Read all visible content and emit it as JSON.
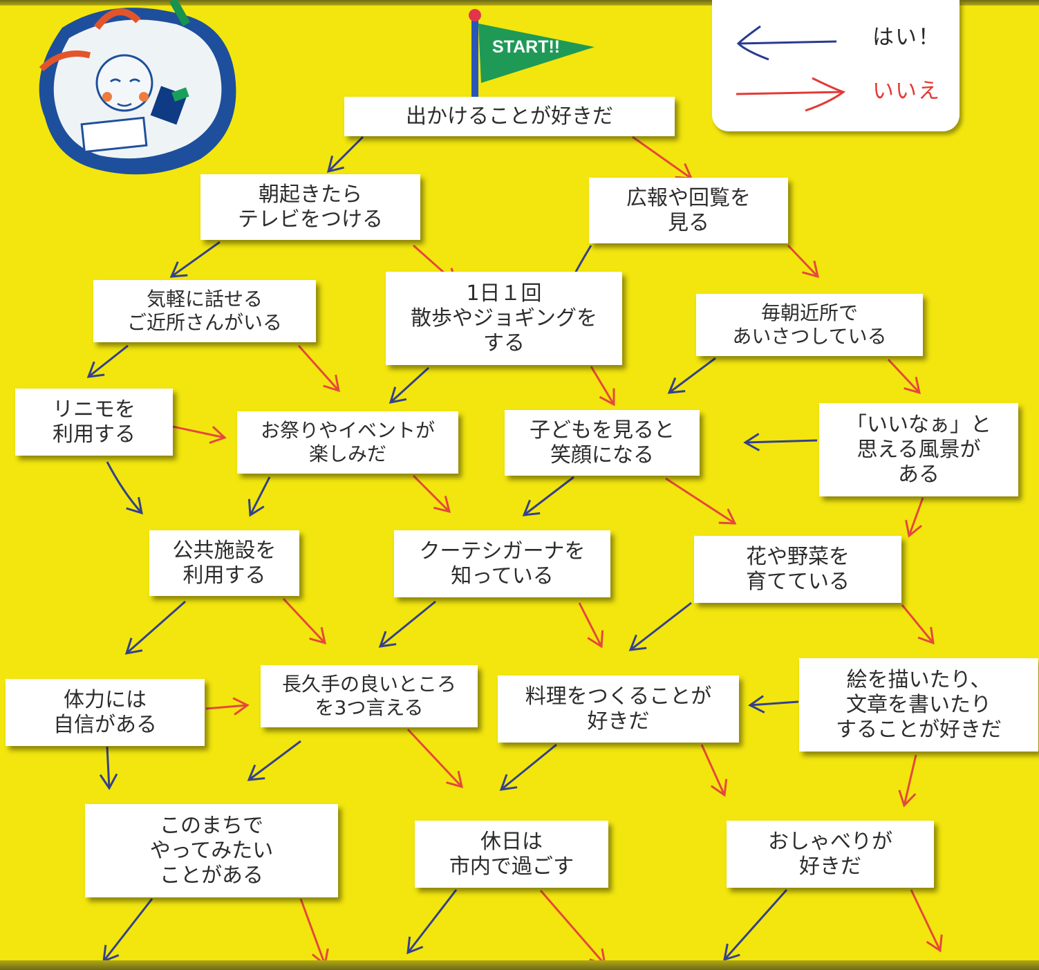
{
  "flag": {
    "label": "START!!",
    "color": "#1f9a56"
  },
  "legend": {
    "yes": {
      "label": "はい！",
      "color": "#273b8f"
    },
    "no": {
      "label": "いいえ",
      "color": "#e23a35"
    }
  },
  "colors": {
    "background": "#f2e60e",
    "yes_arrow": "#34418c",
    "no_arrow": "#e5483c"
  },
  "nodes": {
    "start": "出かけることが好きだ",
    "tv": "朝起きたら\nテレビをつける",
    "koho": "広報や回覧を\n見る",
    "neighbors": "気軽に話せる\nご近所さんがいる",
    "walk": "1日１回\n散歩やジョギングを\nする",
    "greet": "毎朝近所で\nあいさつしている",
    "remote": "リニモを\n利用する",
    "festival": "お祭りやイベントが\n楽しみだ",
    "children": "子どもを見ると\n笑顔になる",
    "scenery": "「いいなぁ」と\n思える風景が\nある",
    "public": "公共施設を\n利用する",
    "coudesi": "クーテシガーナを\n知っている",
    "flowers": "花や野菜を\n育てている",
    "stamina": "体力には\n自信がある",
    "nagakute": "長久手の良いところ\nを3つ言える",
    "cooking": "料理をつくることが\n好きだ",
    "drawing": "絵を描いたり、\n文章を書いたり\nすることが好きだ",
    "town": "このまちで\nやってみたい\nことがある",
    "holiday": "休日は\n市内で過ごす",
    "chat": "おしゃべりが\n好きだ"
  }
}
